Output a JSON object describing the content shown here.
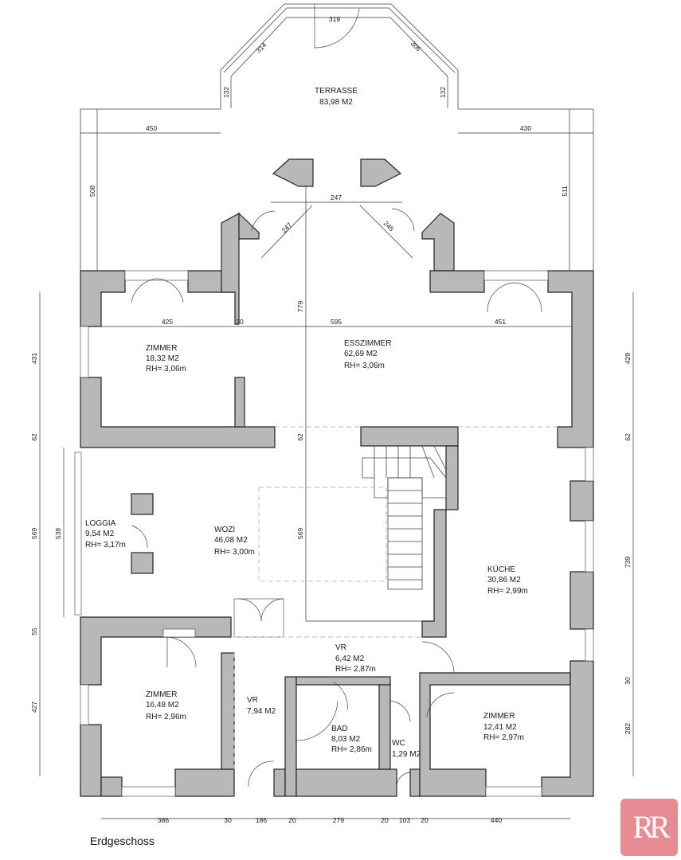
{
  "plan": {
    "title": "Erdgeschoss",
    "rooms": {
      "terrasse": {
        "name": "TERRASSE",
        "area": "83,98 M2"
      },
      "zimmer_nw": {
        "name": "ZIMMER",
        "area": "18,32 M2",
        "height": "RH= 3,06m"
      },
      "esszimmer": {
        "name": "ESSZIMMER",
        "area": "62,69 M2",
        "height": "RH= 3,06m"
      },
      "loggia": {
        "name": "LOGGIA",
        "area": "9,54 M2",
        "height": "RH= 3,17m"
      },
      "wozi": {
        "name": "WOZI",
        "area": "46,08 M2",
        "height": "RH= 3,00m"
      },
      "kueche": {
        "name": "KÜCHE",
        "area": "30,86 M2",
        "height": "RH= 2,99m"
      },
      "vr_upper": {
        "name": "VR",
        "area": "6,42 M2",
        "height": "RH= 2,87m"
      },
      "zimmer_sw": {
        "name": "ZIMMER",
        "area": "16,48 M2",
        "height": "RH= 2,96m"
      },
      "vr_lower": {
        "name": "VR",
        "area": "7,94 M2"
      },
      "bad": {
        "name": "BAD",
        "area": "8,03 M2",
        "height": "RH= 2,86m"
      },
      "wc": {
        "name": "WC",
        "area": "1,29 M2"
      },
      "zimmer_se": {
        "name": "ZIMMER",
        "area": "12,41 M2",
        "height": "RH= 2,97m"
      }
    },
    "dimensions": {
      "terrace_top": "319",
      "terrace_diag_left": "314",
      "terrace_diag_right": "306",
      "terrace_short_left": "132",
      "terrace_short_right": "132",
      "terrace_left": "450",
      "terrace_right": "430",
      "terrace_depth_left": "508",
      "terrace_depth_right": "511",
      "bay_front": "247",
      "bay_diag_left": "247",
      "bay_diag_right": "245",
      "interior_height": "779",
      "row_w1": "425",
      "row_w2": "30",
      "row_w3": "595",
      "row_w4": "451",
      "left_h1": "431",
      "left_h2": "62",
      "left_h3": "569",
      "left_h4": "55",
      "left_h5": "427",
      "loggia_h": "538",
      "center_h1": "62",
      "center_h2": "569",
      "right_h1": "429",
      "right_h2": "62",
      "right_h3": "739",
      "right_h4": "30",
      "right_h5": "282",
      "bottom_w1": "386",
      "bottom_w2": "30",
      "bottom_w3": "186",
      "bottom_w4": "20",
      "bottom_w5": "279",
      "bottom_w6": "20",
      "bottom_w7": "103",
      "bottom_w8": "20",
      "bottom_w9": "440"
    }
  },
  "logo": {
    "text": "RR"
  }
}
